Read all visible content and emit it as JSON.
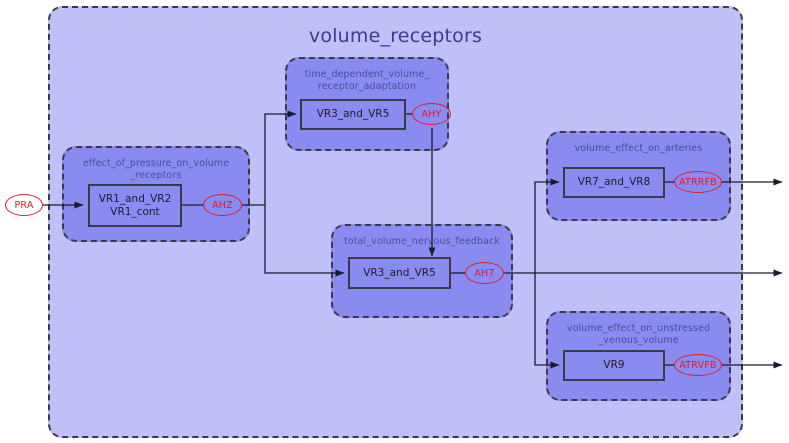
{
  "diagram": {
    "title": "volume_receptors",
    "type": "block-diagram",
    "colors": {
      "outer_fill": "#bfc0f8",
      "sub_fill": "#8a8bf0",
      "border": "#3a3a46",
      "variable_stroke": "#e01b24",
      "title_text": "#3b3b8f",
      "sub_title_text": "#4a4a9a",
      "edge": "#1b1b2e"
    }
  },
  "containers": [
    {
      "id": "effect_of_pressure_on_volume_receptors",
      "label": "effect_of_pressure_on_volume\n_receptors"
    },
    {
      "id": "time_dependent_volume_receptor_adaptation",
      "label": "time_dependent_volume_\nreceptor_adaptation"
    },
    {
      "id": "total_volume_nervous_feedback",
      "label": "total_volume_nervous_feedback"
    },
    {
      "id": "volume_effect_on_arteries",
      "label": "volume_effect_on_arteries"
    },
    {
      "id": "volume_effect_on_unstressed_venous_volume",
      "label": "volume_effect_on_unstressed\n_venous_volume"
    }
  ],
  "processes": [
    {
      "id": "proc_vr1",
      "label": "VR1_and_VR2\nVR1_cont"
    },
    {
      "id": "proc_vr3_vr5_adapt",
      "label": "VR3_and_VR5"
    },
    {
      "id": "proc_vr3_vr5_feedback",
      "label": "VR3_and_VR5"
    },
    {
      "id": "proc_vr7_vr8",
      "label": "VR7_and_VR8"
    },
    {
      "id": "proc_vr9",
      "label": "VR9"
    }
  ],
  "variables": [
    {
      "id": "var_pra",
      "label": "PRA"
    },
    {
      "id": "var_ahz",
      "label": "AHZ"
    },
    {
      "id": "var_ahy",
      "label": "AHY"
    },
    {
      "id": "var_ah7",
      "label": "AH7"
    },
    {
      "id": "var_atrrfb",
      "label": "ATRRFB"
    },
    {
      "id": "var_atrvfb",
      "label": "ATRVFB"
    }
  ],
  "connections": [
    {
      "from": "PRA",
      "to": "VR1_and_VR2 / VR1_cont"
    },
    {
      "from": "AHZ",
      "to": "VR3_and_VR5 (time_dependent_volume_receptor_adaptation)"
    },
    {
      "from": "AHZ",
      "to": "VR3_and_VR5 (total_volume_nervous_feedback)"
    },
    {
      "from": "AHY",
      "to": "VR3_and_VR5 (total_volume_nervous_feedback)"
    },
    {
      "from": "AH7",
      "to": "VR7_and_VR8 (volume_effect_on_arteries)"
    },
    {
      "from": "AH7",
      "to": "VR9 (volume_effect_on_unstressed_venous_volume)"
    },
    {
      "from": "AH7",
      "to": "external-output"
    },
    {
      "from": "ATRRFB",
      "to": "external-output"
    },
    {
      "from": "ATRVFB",
      "to": "external-output"
    }
  ]
}
